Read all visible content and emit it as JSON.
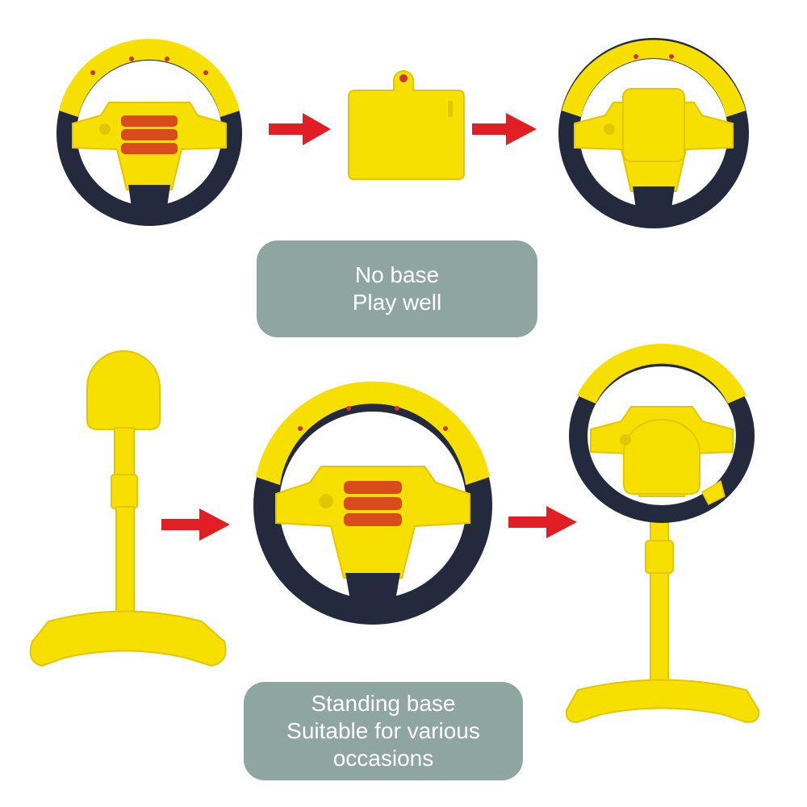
{
  "captions": {
    "no_base": [
      "No base",
      "Play well"
    ],
    "standing_base": [
      "Standing base",
      "Suitable for various",
      "occasions"
    ]
  },
  "colors": {
    "yellow": "#f7df00",
    "yellow_dark": "#e2c600",
    "navy": "#232a3d",
    "arrow_red": "#e01e23",
    "battery_orange": "#d94a1c",
    "caption_bg": "#8fa59f",
    "caption_text": "#ffffff"
  },
  "icons": [
    "steering-wheel",
    "battery-cover",
    "stand-pole",
    "right-arrow"
  ]
}
